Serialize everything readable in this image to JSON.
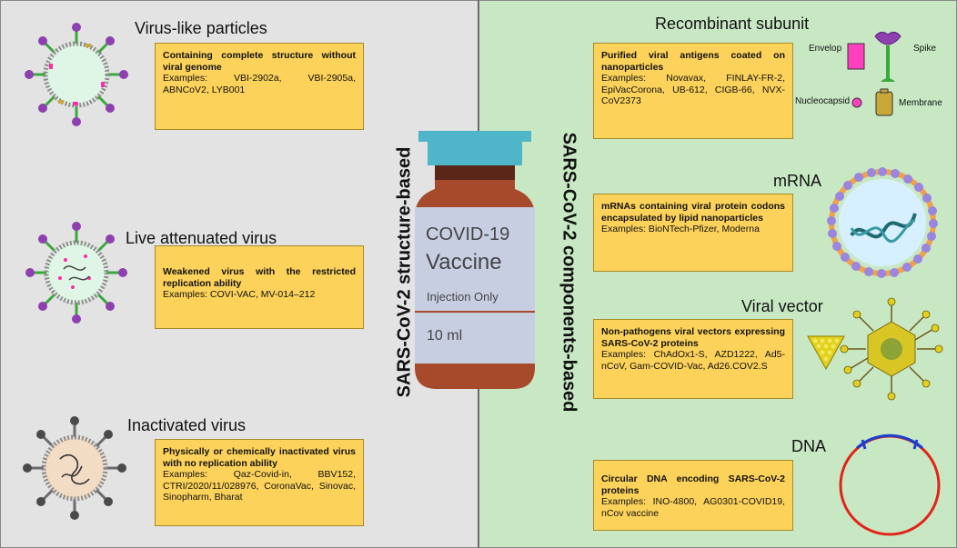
{
  "left_heading": "SARS-CoV-2 structure-based",
  "right_heading": "SARS-CoV-2 components-based",
  "left": [
    {
      "title": "Virus-like particles",
      "desc": "Containing complete structure without viral genome",
      "examples": "Examples: VBI-2902a, VBI-2905a, ABNCoV2, LYB001"
    },
    {
      "title": "Live attenuated virus",
      "desc": "Weakened virus with the restricted replication ability",
      "examples": "Examples: COVI-VAC, MV-014–212"
    },
    {
      "title": "Inactivated virus",
      "desc": "Physically or chemically inactivated virus with no replication ability",
      "examples": "Examples: Qaz-Covid-in, BBV152, CTRI/2020/11/028976, CoronaVac, Sinovac, Sinopharm, Bharat"
    }
  ],
  "right": [
    {
      "title": "Recombinant subunit",
      "desc": "Purified viral antigens coated on nanoparticles",
      "examples": "Examples: Novavax, FINLAY-FR-2, EpiVacCorona, UB-612, CIGB-66, NVX-CoV2373"
    },
    {
      "title": "mRNA",
      "desc": "mRNAs containing viral protein codons encapsulated by lipid nanoparticles",
      "examples": "Examples: BioNTech-Pfizer, Moderna"
    },
    {
      "title": "Viral vector",
      "desc": "Non-pathogens viral vectors expressing SARS-CoV-2 proteins",
      "examples": "Examples: ChAdOx1-S, AZD1222, Ad5-nCoV, Gam-COVID-Vac, Ad26.COV2.S"
    },
    {
      "title": "DNA",
      "desc": "Circular DNA encoding SARS-CoV-2 proteins",
      "examples": "Examples: INO-4800, AG0301-COVID19, nCov vaccine"
    }
  ],
  "legend": {
    "envelop": "Envelop",
    "spike": "Spike",
    "nucleocapsid": "Nucleocapsid",
    "membrane": "Membrane"
  },
  "vial": {
    "line1": "COVID-19",
    "line2": "Vaccine",
    "line3": "Injection Only",
    "line4": "10 ml"
  },
  "colors": {
    "left_bg": "#e3e3e3",
    "right_bg": "#c8e8c4",
    "box": "#fcd25a"
  }
}
